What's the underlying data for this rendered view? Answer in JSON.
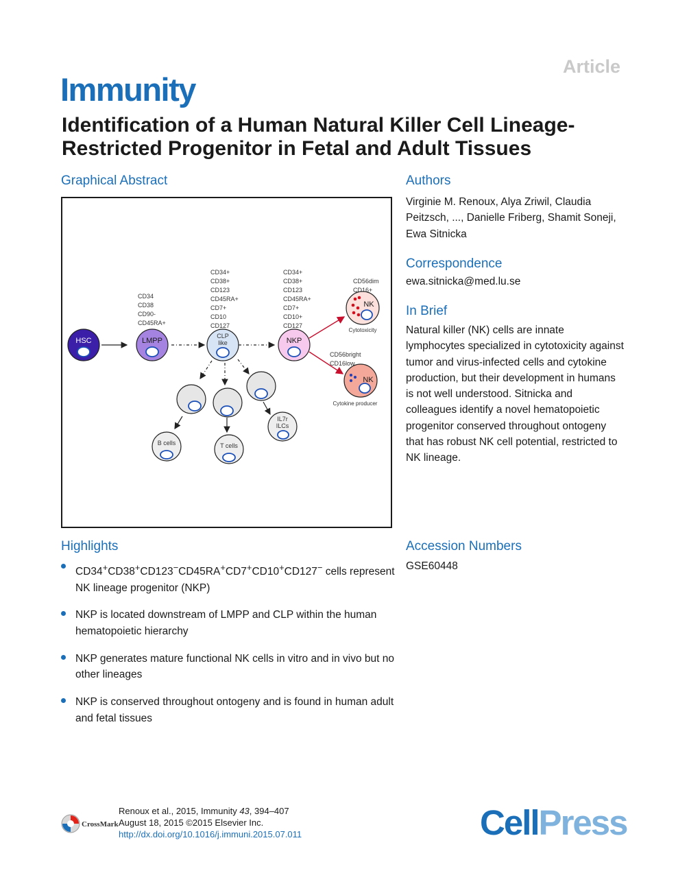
{
  "header": {
    "article_label": "Article",
    "journal": "Immunity",
    "title_line1": "Identification of a Human Natural Killer Cell Lineage-",
    "title_line2": "Restricted Progenitor in Fetal and Adult Tissues"
  },
  "graphical_abstract": {
    "heading": "Graphical Abstract",
    "cells": {
      "hsc": "HSC",
      "lmpp": "LMPP",
      "clp_line1": "CLP",
      "clp_line2": "like",
      "nkp": "NKP",
      "nk_top": "NK",
      "nk_bottom": "NK",
      "b_cells": "B cells",
      "t_cells": "T cells",
      "ilc_line1": "IL7r",
      "ilc_line2": "ILCs"
    },
    "markers": {
      "lmpp": [
        "CD34",
        "CD38",
        "CD90-",
        "CD45RA+"
      ],
      "clp": [
        "CD34+",
        "CD38+",
        "CD123",
        "CD45RA+",
        "CD7+",
        "CD10",
        "CD127"
      ],
      "nkp": [
        "CD34+",
        "CD38+",
        "CD123",
        "CD45RA+",
        "CD7+",
        "CD10+",
        "CD127"
      ],
      "nk_top": [
        "CD56dim",
        "CD16+"
      ],
      "nk_bottom": [
        "CD56bright",
        "CD16low"
      ]
    },
    "function_labels": {
      "cytotoxicity": "Cytotoxicity",
      "cytokine": "Cytokine producer"
    }
  },
  "authors": {
    "heading": "Authors",
    "text": "Virginie M. Renoux, Alya Zriwil, Claudia Peitzsch, ..., Danielle Friberg, Shamit Soneji, Ewa Sitnicka"
  },
  "correspondence": {
    "heading": "Correspondence",
    "email": "ewa.sitnicka@med.lu.se"
  },
  "in_brief": {
    "heading": "In Brief",
    "text": "Natural killer (NK) cells are innate lymphocytes specialized in cytotoxicity against tumor and virus-infected cells and cytokine production, but their development in humans is not well understood. Sitnicka and colleagues identify a novel hematopoietic progenitor conserved throughout ontogeny that has robust NK cell potential, restricted to NK lineage."
  },
  "highlights": {
    "heading": "Highlights",
    "item1_markers": [
      {
        "base": "CD34",
        "sup": "+"
      },
      {
        "base": "CD38",
        "sup": "+"
      },
      {
        "base": "CD123",
        "sup": "−"
      },
      {
        "base": "CD45RA",
        "sup": "+"
      },
      {
        "base": "CD7",
        "sup": "+"
      },
      {
        "base": "CD10",
        "sup": "+"
      },
      {
        "base": "CD127",
        "sup": "−"
      }
    ],
    "item1_tail": " cells represent NK lineage progenitor (NKP)",
    "item2": "NKP is located downstream of LMPP and CLP within the human hematopoietic hierarchy",
    "item3": "NKP generates mature functional NK cells in vitro and in vivo but no other lineages",
    "item4": "NKP is conserved throughout ontogeny and is found in human adult and fetal tissues"
  },
  "accession": {
    "heading": "Accession Numbers",
    "number": "GSE60448"
  },
  "footer": {
    "citation_prefix": "Renoux et al., 2015, Immunity ",
    "volume": "43",
    "pages": ", 394–407",
    "date_line": "August 18, 2015 ©2015 Elsevier Inc.",
    "doi": "http://dx.doi.org/10.1016/j.immuni.2015.07.011",
    "crossmark": "CrossMark",
    "publisher_cell": "Cell",
    "publisher_press": "Press"
  },
  "colors": {
    "accent": "#1b6fb8",
    "hsc": "#3b1fa8",
    "lmpp": "#a583e0",
    "clp": "#d6e4f5",
    "nkp": "#f7c9ec",
    "nk_top": "#fbe0dc",
    "nk_bottom": "#f4a89a",
    "grey_cell": "#e6e6e6"
  }
}
